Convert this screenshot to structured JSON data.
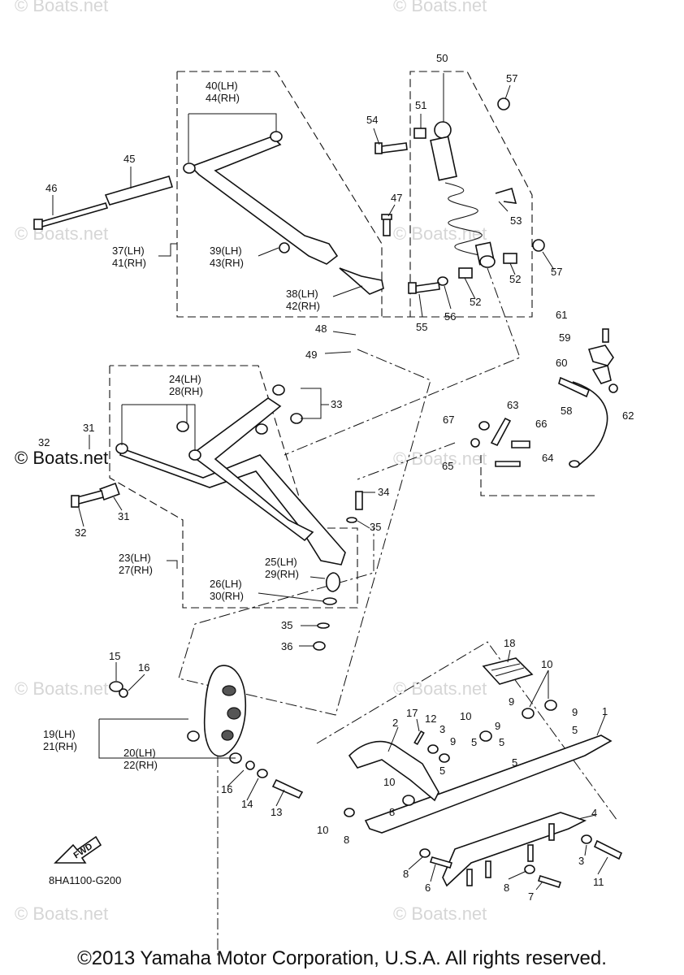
{
  "watermark": "© Boats.net",
  "overlay_watermark": "© Boats.net",
  "fwd_label": "FWD",
  "diagram_code": "8HA1100-G200",
  "copyright": "©2013 Yamaha Motor Corporation, U.S.A. All rights reserved.",
  "labels": {
    "p1": "1",
    "p2": "2",
    "p3a": "3",
    "p3b": "3",
    "p4": "4",
    "p5a": "5",
    "p5b": "5",
    "p5c": "5",
    "p5d": "5",
    "p5e": "5",
    "p6": "6",
    "p7": "7",
    "p8a": "8",
    "p8b": "8",
    "p8c": "8",
    "p8d": "8",
    "p9a": "9",
    "p9b": "9",
    "p9c": "9",
    "p9d": "9",
    "p10a": "10",
    "p10b": "10",
    "p10c": "10",
    "p10d": "10",
    "p11": "11",
    "p12": "12",
    "p13": "13",
    "p14": "14",
    "p15": "15",
    "p16a": "16",
    "p16b": "16",
    "p17": "17",
    "p18": "18",
    "p19": "19(LH)",
    "p21": "21(RH)",
    "p20": "20(LH)",
    "p22": "22(RH)",
    "p23": "23(LH)",
    "p27": "27(RH)",
    "p24": "24(LH)",
    "p28": "28(RH)",
    "p25": "25(LH)",
    "p29": "29(RH)",
    "p26": "26(LH)",
    "p30": "30(RH)",
    "p31a": "31",
    "p31b": "31",
    "p32a": "32",
    "p32b": "32",
    "p33": "33",
    "p34": "34",
    "p35a": "35",
    "p35b": "35",
    "p36": "36",
    "p37": "37(LH)",
    "p41": "41(RH)",
    "p38": "38(LH)",
    "p42": "42(RH)",
    "p39": "39(LH)",
    "p43": "43(RH)",
    "p40": "40(LH)",
    "p44": "44(RH)",
    "p45": "45",
    "p46": "46",
    "p47": "47",
    "p48": "48",
    "p49": "49",
    "p50": "50",
    "p51": "51",
    "p52a": "52",
    "p52b": "52",
    "p53": "53",
    "p54": "54",
    "p55": "55",
    "p56": "56",
    "p57a": "57",
    "p57b": "57",
    "p58": "58",
    "p59": "59",
    "p60": "60",
    "p61": "61",
    "p62": "62",
    "p63": "63",
    "p64": "64",
    "p65": "65",
    "p66": "66",
    "p67": "67"
  }
}
